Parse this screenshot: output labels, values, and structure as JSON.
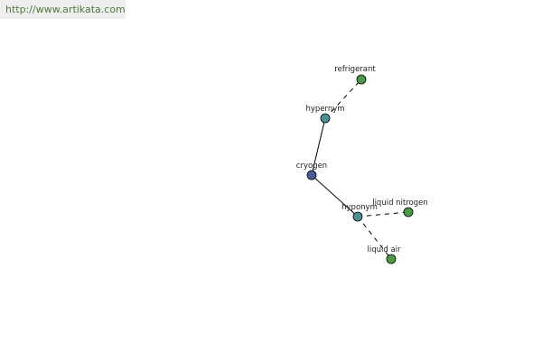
{
  "header": {
    "site_link": "http://www.artikata.com"
  },
  "colors": {
    "center_node": "#4a5b9b",
    "relation_node": "#4a9096",
    "term_node": "#4a9a4a",
    "link_text": "#4e7a3e"
  },
  "graph": {
    "nodes": [
      {
        "id": "cryogen",
        "label": "cryogen",
        "kind": "center"
      },
      {
        "id": "hypernym",
        "label": "hypernym",
        "kind": "relation"
      },
      {
        "id": "hyponym",
        "label": "hyponym",
        "kind": "relation"
      },
      {
        "id": "refrigerant",
        "label": "refrigerant",
        "kind": "term"
      },
      {
        "id": "liquid-nitrogen",
        "label": "liquid nitrogen",
        "kind": "term"
      },
      {
        "id": "liquid-air",
        "label": "liquid air",
        "kind": "term"
      }
    ],
    "edges": [
      {
        "from": "cryogen",
        "to": "hypernym",
        "style": "solid"
      },
      {
        "from": "cryogen",
        "to": "hyponym",
        "style": "solid"
      },
      {
        "from": "hypernym",
        "to": "refrigerant",
        "style": "dashed"
      },
      {
        "from": "hyponym",
        "to": "liquid-nitrogen",
        "style": "dashed"
      },
      {
        "from": "hyponym",
        "to": "liquid-air",
        "style": "dashed"
      }
    ]
  }
}
